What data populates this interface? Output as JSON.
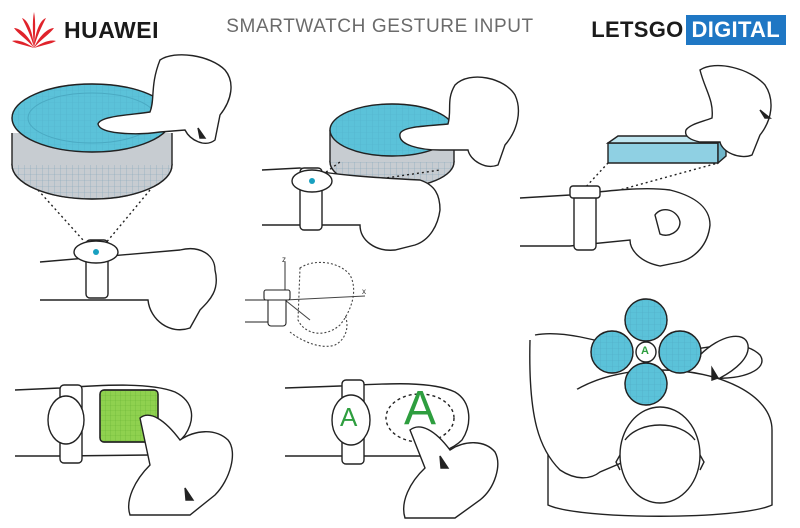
{
  "header": {
    "brand": {
      "name": "HUAWEI",
      "logo_icon": "huawei-flower-logo",
      "logo_color": "#e0232b"
    },
    "title": "SMARTWATCH GESTURE INPUT",
    "publisher": {
      "part1": "LETSGO",
      "part2": "DIGITAL",
      "accent": "#1f77c4"
    }
  },
  "illustrations": {
    "colors": {
      "projection_blue": "#5bc2d9",
      "watch_accent": "#18a0c0",
      "touch_pad_green": "#8fd14f",
      "letter_green": "#2e9e3f",
      "line": "#222222"
    },
    "watch_letter": "A",
    "skin_letter": "A",
    "menu_center_letter": "A"
  }
}
